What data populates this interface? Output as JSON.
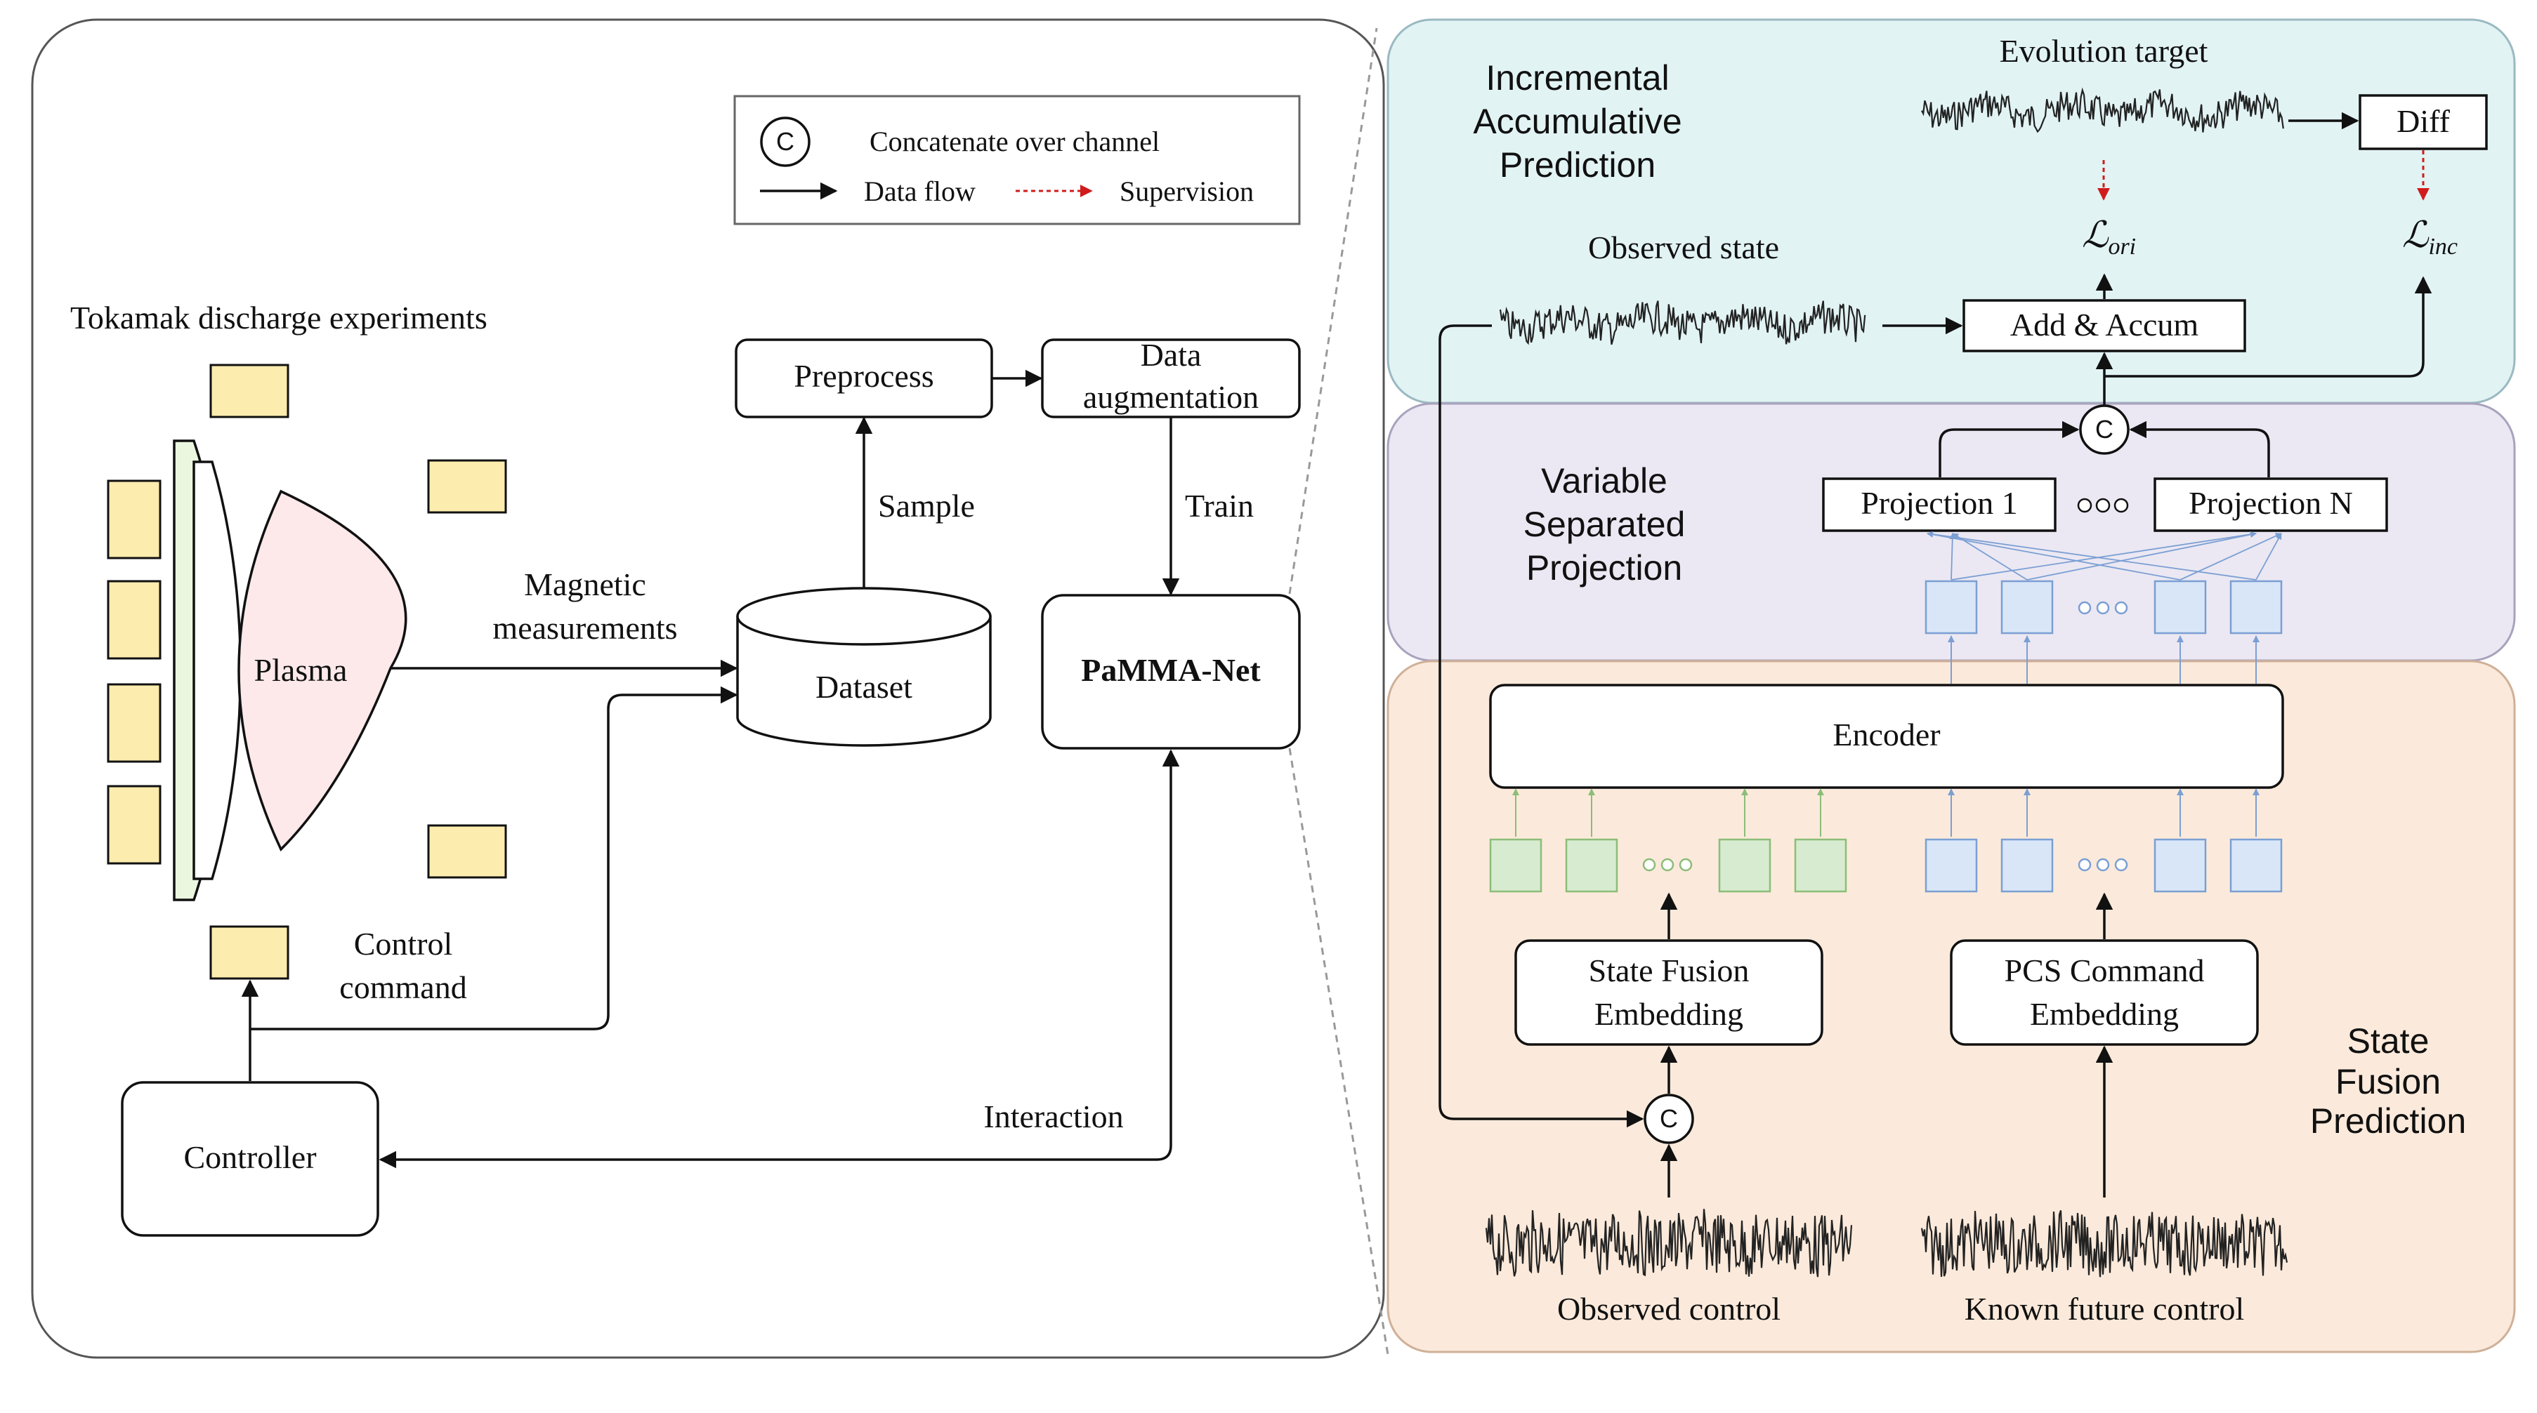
{
  "legend": {
    "concat_symbol": "C",
    "concat_label": "Concatenate over channel",
    "dataflow_label": "Data flow",
    "supervision_label": "Supervision"
  },
  "left": {
    "tokamak_title": "Tokamak discharge experiments",
    "plasma": "Plasma",
    "magnetic_line1": "Magnetic",
    "magnetic_line2": "measurements",
    "dataset": "Dataset",
    "preprocess": "Preprocess",
    "augment_line1": "Data",
    "augment_line2": "augmentation",
    "sample": "Sample",
    "train": "Train",
    "model": "PaMMA-Net",
    "control_line1": "Control",
    "control_line2": "command",
    "controller": "Controller",
    "interaction": "Interaction"
  },
  "right": {
    "incremental": {
      "title_lines": [
        "Incremental",
        "Accumulative",
        "Prediction"
      ],
      "title_color": "#7aa8a4",
      "bg_color": "#e2f3f4",
      "evolution_target": "Evolution target",
      "observed_state": "Observed state",
      "diff": "Diff",
      "add_accum": "Add & Accum",
      "loss_ori_main": "ℒ",
      "loss_ori_sub": "ori",
      "loss_inc_main": "ℒ",
      "loss_inc_sub": "inc"
    },
    "projection": {
      "title_lines": [
        "Variable",
        "Separated",
        "Projection"
      ],
      "title_color": "#9b6fa6",
      "bg_color": "#ebe8f3",
      "projection_1": "Projection 1",
      "projection_n": "Projection N"
    },
    "fusion": {
      "title_lines": [
        "State",
        "Fusion",
        "Prediction"
      ],
      "title_color": "#b79b5a",
      "bg_color": "#fbeadb",
      "encoder": "Encoder",
      "state_fusion_line1": "State Fusion",
      "state_fusion_line2": "Embedding",
      "pcs_line1": "PCS Command",
      "pcs_line2": "Embedding",
      "observed_control": "Observed control",
      "future_control": "Known future control"
    }
  },
  "colors": {
    "plasma_fill": "#fde9ea",
    "vessel_fill": "#ecf7df",
    "coil_fill": "#fcecae",
    "green_token": "#d6ebcf",
    "green_stroke": "#8cbd78",
    "blue_token": "#d8e6f8",
    "blue_stroke": "#7b9fd3",
    "supervision_red": "#d01c1c"
  }
}
